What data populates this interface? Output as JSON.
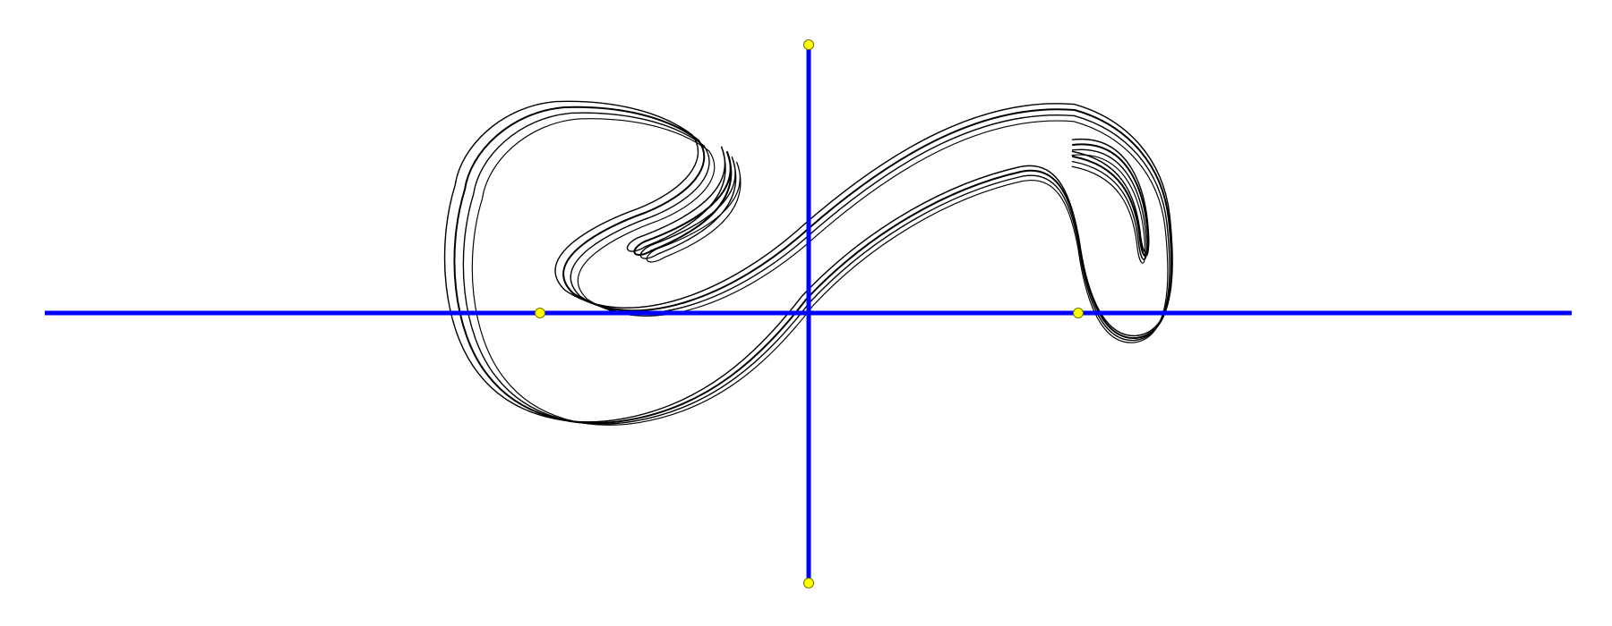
{
  "diagram": {
    "type": "phase-portrait-attractor",
    "background_color": "#ffffff",
    "axes": {
      "color": "#0000ff",
      "horizontal_axis": true,
      "vertical_axis": true
    },
    "control_points": {
      "count": 4,
      "fill_color": "#ffff00",
      "stroke_color": "#707000"
    },
    "attractor": {
      "color": "#000000",
      "strands": 4
    }
  }
}
